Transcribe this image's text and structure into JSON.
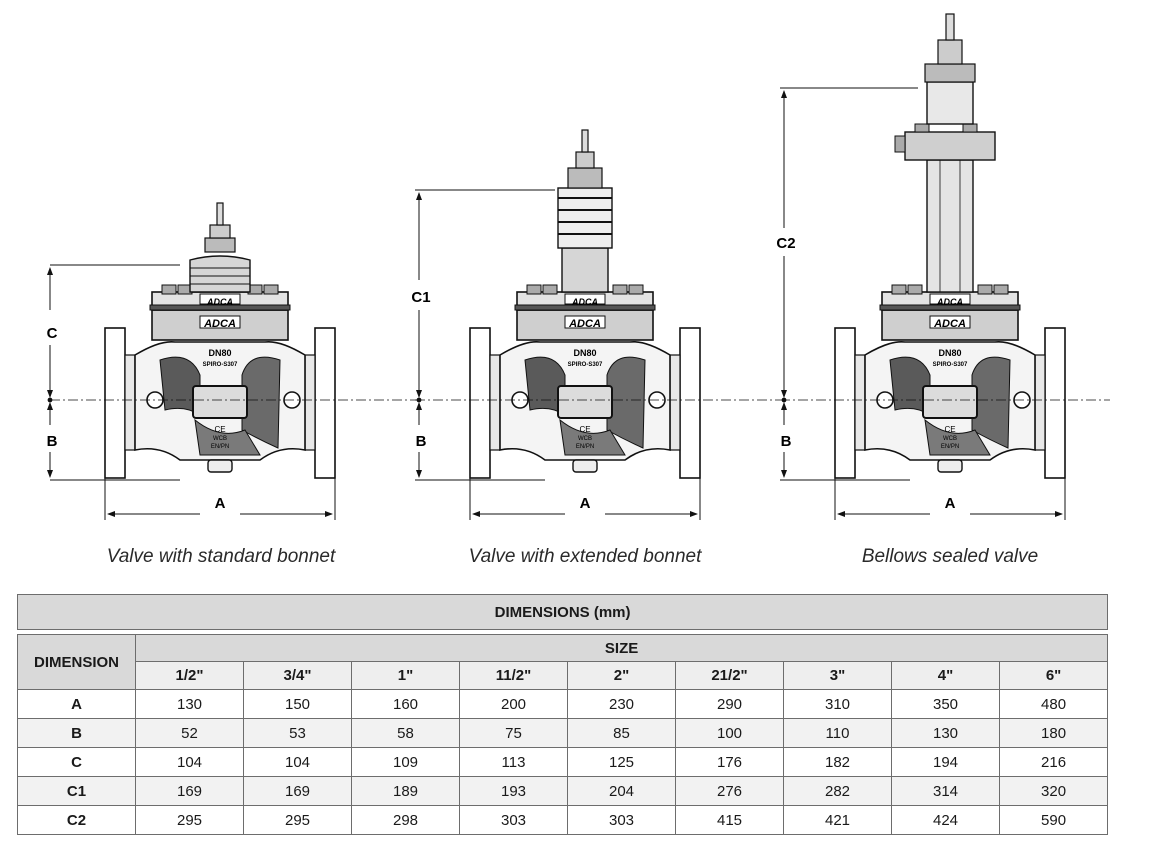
{
  "figures": [
    {
      "caption": "Valve with standard bonnet",
      "height_label": "C",
      "a_label": "A",
      "b_label": "B"
    },
    {
      "caption": "Valve with extended bonnet",
      "height_label": "C1",
      "a_label": "A",
      "b_label": "B"
    },
    {
      "caption": "Bellows sealed valve",
      "height_label": "C2",
      "a_label": "A",
      "b_label": "B"
    }
  ],
  "valve_markings": {
    "brand": "ADCA",
    "dn": "DN80",
    "model": "SPIRO-S307",
    "ce": "CE",
    "material": "WCB",
    "rating": "EN/PN"
  },
  "table": {
    "title": "DIMENSIONS (mm)",
    "dimension_header": "DIMENSION",
    "size_header": "SIZE",
    "sizes": [
      "1/2\"",
      "3/4\"",
      "1\"",
      "11/2\"",
      "2\"",
      "21/2\"",
      "3\"",
      "4\"",
      "6\""
    ],
    "rows": [
      {
        "label": "A",
        "values": [
          "130",
          "150",
          "160",
          "200",
          "230",
          "290",
          "310",
          "350",
          "480"
        ]
      },
      {
        "label": "B",
        "values": [
          "52",
          "53",
          "58",
          "75",
          "85",
          "100",
          "110",
          "130",
          "180"
        ]
      },
      {
        "label": "C",
        "values": [
          "104",
          "104",
          "109",
          "113",
          "125",
          "176",
          "182",
          "194",
          "216"
        ]
      },
      {
        "label": "C1",
        "values": [
          "169",
          "169",
          "189",
          "193",
          "204",
          "276",
          "282",
          "314",
          "320"
        ]
      },
      {
        "label": "C2",
        "values": [
          "295",
          "295",
          "298",
          "303",
          "303",
          "415",
          "421",
          "424",
          "590"
        ]
      }
    ]
  }
}
